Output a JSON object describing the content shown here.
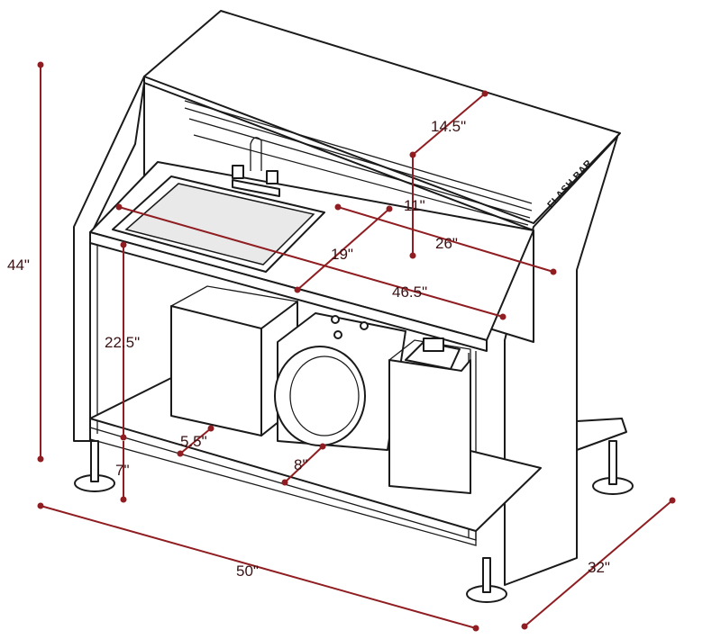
{
  "product": {
    "brand_label": "FLASH BAR"
  },
  "dimensions": {
    "overall_height": "44\"",
    "overall_width": "50\"",
    "overall_depth": "32\"",
    "top_depth": "14.5\"",
    "counter_drop": "11\"",
    "counter_depth": "26\"",
    "sink_width": "19\"",
    "counter_width": "46.5\"",
    "interior_height": "22.5\"",
    "shelf_clearance": "5.5\"",
    "leg_height": "7\"",
    "shelf_depth": "8\""
  },
  "colors": {
    "outline": "#1a1a1a",
    "dimension": "#8f1d21",
    "dimension_text": "#3a1214"
  }
}
